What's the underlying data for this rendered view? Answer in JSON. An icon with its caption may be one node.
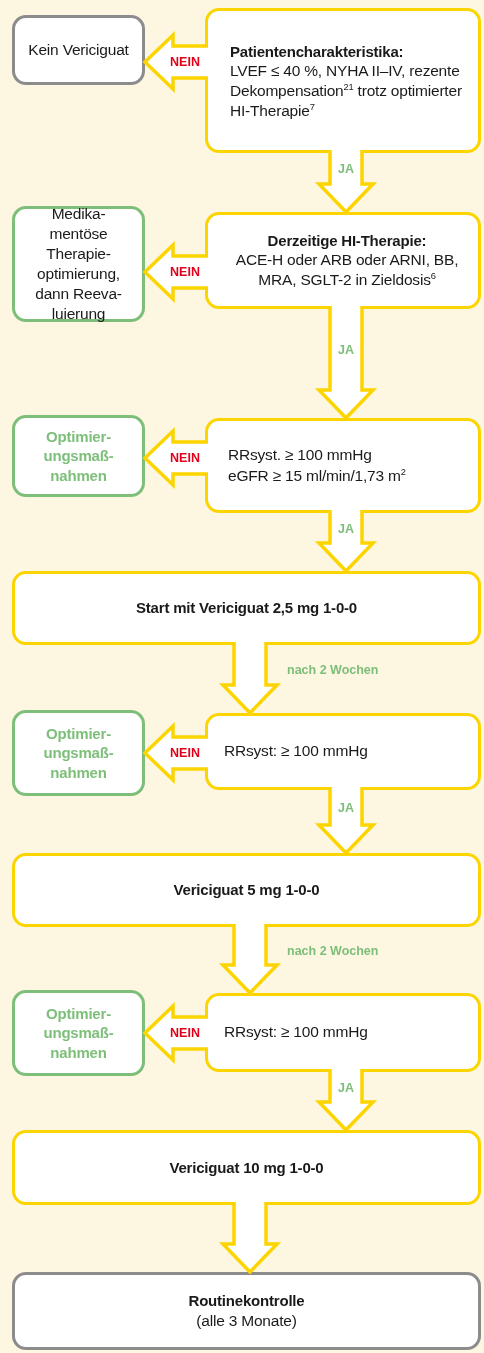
{
  "diagram": {
    "nodes": [
      {
        "text": [
          "Kein Vericiguat"
        ]
      },
      {
        "text": [
          "Patientencharakteristika:",
          "LVEF ≤ 40 %, NYHA II–IV, rezente Dekompensation$^{21}$ trotz optimierter HI-Therapie$^{7}$"
        ]
      },
      {
        "text": [
          "Medika-mentöse Therapie-optimierung, dann Reeva-luierung"
        ]
      },
      {
        "text": [
          "Derzeitige HI-Therapie:",
          "ACE-H oder ARB oder ARNI, BB, MRA, SGLT-2 in Zieldosis$^{6}$"
        ]
      },
      {
        "text": [
          "Optimier-ungsmaß-nahmen"
        ]
      },
      {
        "text": [
          "RRsyst. ≥ 100 mmHg",
          "eGFR ≥ 15 ml/min/1,73 m$^{2}$"
        ]
      },
      {
        "text": [
          "Start mit Vericiguat 2,5 mg 1-0-0"
        ]
      },
      {
        "text": [
          "Optimier-ungsmaß-nahmen"
        ]
      },
      {
        "text": [
          "RRsyst: ≥ 100 mmHg"
        ]
      },
      {
        "text": [
          "Vericiguat 5 mg 1-0-0"
        ]
      },
      {
        "text": [
          "Optimier-ungsmaß-nahmen"
        ]
      },
      {
        "text": [
          "RRsyst: ≥ 100 mmHg"
        ]
      },
      {
        "text": [
          "Vericiguat 10 mg 1-0-0"
        ]
      },
      {
        "text": [
          "Routinekontrolle",
          "(alle 3 Monate)"
        ]
      }
    ],
    "edges": [
      {
        "from": 1,
        "to": 0,
        "arrow": "to",
        "label": "NEIN"
      },
      {
        "from": 1,
        "to": 3,
        "arrow": "to",
        "label": "JA"
      },
      {
        "from": 3,
        "to": 2,
        "arrow": "to",
        "label": "NEIN"
      },
      {
        "from": 3,
        "to": 5,
        "arrow": "to",
        "label": "JA"
      },
      {
        "from": 5,
        "to": 4,
        "arrow": "to",
        "label": "NEIN"
      },
      {
        "from": 5,
        "to": 6,
        "arrow": "to",
        "label": "JA"
      },
      {
        "from": 6,
        "to": 8,
        "arrow": "to",
        "label": "nach 2 Wochen"
      },
      {
        "from": 8,
        "to": 7,
        "arrow": "to",
        "label": "NEIN"
      },
      {
        "from": 8,
        "to": 9,
        "arrow": "to",
        "label": "JA"
      },
      {
        "from": 9,
        "to": 11,
        "arrow": "to",
        "label": "nach 2 Wochen"
      },
      {
        "from": 11,
        "to": 10,
        "arrow": "to",
        "label": "NEIN"
      },
      {
        "from": 11,
        "to": 12,
        "arrow": "to",
        "label": "JA"
      },
      {
        "from": 12,
        "to": 13,
        "arrow": "to"
      }
    ]
  }
}
